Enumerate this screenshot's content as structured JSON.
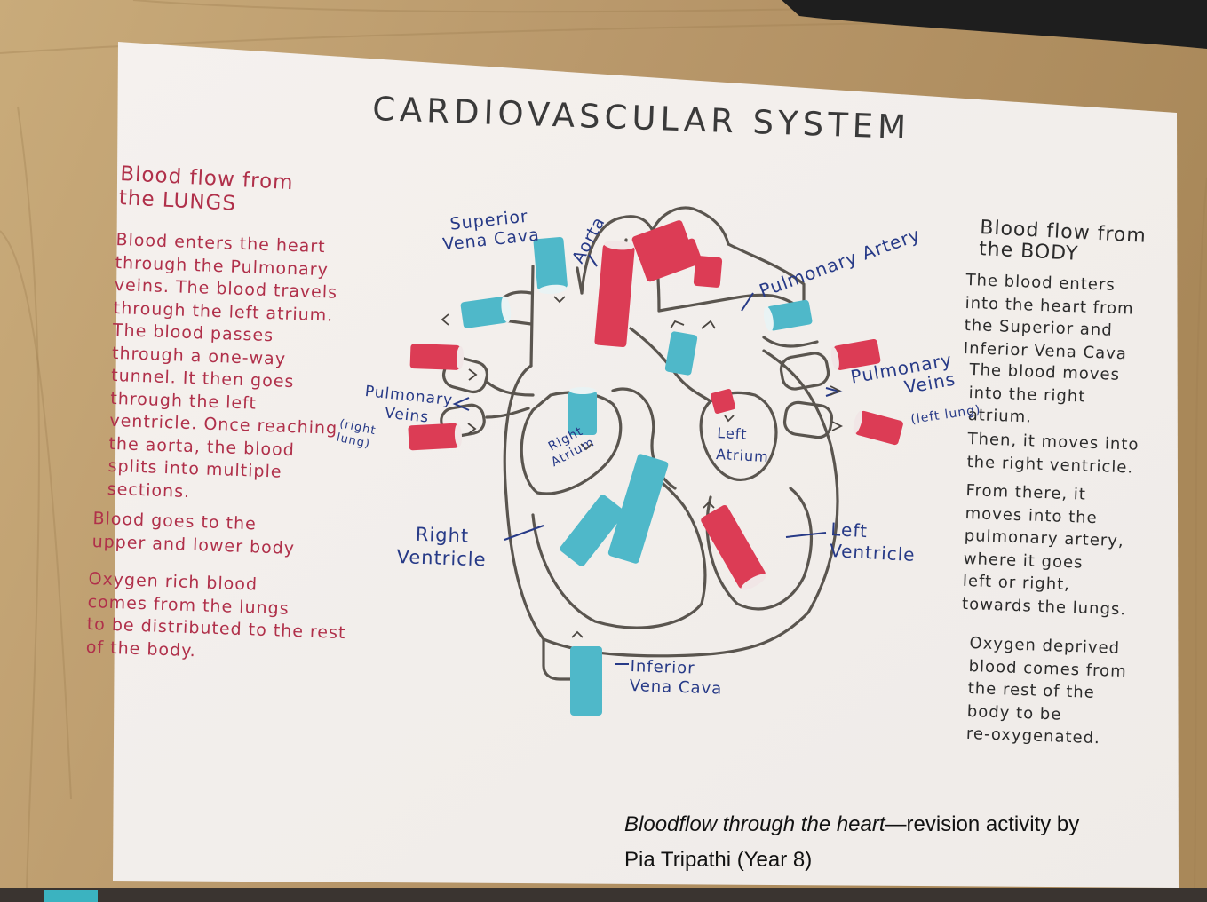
{
  "poster": {
    "title": "CARDIOVASCULAR SYSTEM",
    "left_heading": "Blood flow from\nthe LUNGS",
    "left_body": "Blood enters the heart\nthrough the Pulmonary\nveins. The blood travels\nthrough the left atrium.\nThe blood passes\nthrough a one-way\ntunnel. It then goes\nthrough the left\nventricle. Once reaching\nthe aorta, the blood\nsplits into multiple\nsections.",
    "left_body_2": "Blood goes to the\nupper and lower body",
    "left_body_3": "Oxygen rich blood\ncomes from the lungs\nto be distributed to the rest\nof the body.",
    "right_heading": "Blood flow from\nthe BODY",
    "right_body_1": "The blood enters\ninto the heart from\nthe Superior and\nInferior Vena Cava",
    "right_body_2": "The blood moves\ninto the right\natrium.",
    "right_body_3": "Then, it moves into\nthe right ventricle.",
    "right_body_4": "From there, it\nmoves into the\npulmonary artery,\nwhere it goes\nleft or right,\ntowards the lungs.",
    "right_body_5": "Oxygen deprived\nblood comes from\nthe rest of the\nbody to be\nre-oxygenated."
  },
  "diagram_labels": {
    "superior_vena_cava": "Superior\nVena Cava",
    "aorta": "Aorta",
    "pulmonary_artery": "Pulmonary Artery",
    "pulmonary_veins_right": "Pulmonary\nVeins",
    "right_lung": "(right\nlung)",
    "pulmonary_veins_left": "Pulmonary\nVeins",
    "left_lung": "(left lung)",
    "right_atrium": "Right\nAtrium",
    "left_atrium": "Left\nAtrium",
    "right_ventricle": "Right\nVentricle",
    "left_ventricle": "Left\nVentricle",
    "inferior_vena_cava": "Inferior\nVena Cava"
  },
  "caption": {
    "italic": "Bloodflow through the heart",
    "rest": "—revision activity by",
    "line2": "Pia Tripathi (Year 8)"
  },
  "colors": {
    "paper": "#f6f3f0",
    "wood": "#b99a6c",
    "red_tube": "#dc3c55",
    "blue_tube": "#4fb8c9",
    "red_ink": "#b0304a",
    "blue_ink": "#273a87"
  }
}
